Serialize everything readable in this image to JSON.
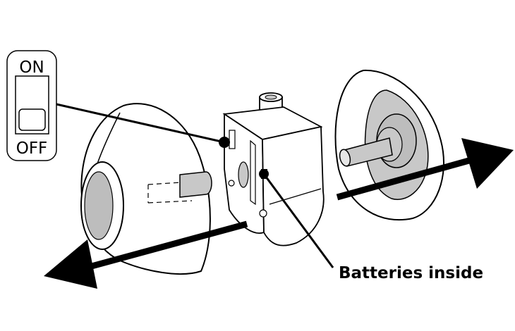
{
  "switch": {
    "on_label": "ON",
    "off_label": "OFF"
  },
  "callout": {
    "batteries_label": "Batteries inside"
  },
  "colors": {
    "stroke": "#000000",
    "fill": "#ffffff",
    "shade": "#c8c8c8",
    "inner_shade": "#bdbdbd",
    "light_shade": "#e6e6e6"
  },
  "icons": {
    "left_arrow": "arrow-left-down-icon",
    "right_arrow": "arrow-right-up-icon"
  }
}
